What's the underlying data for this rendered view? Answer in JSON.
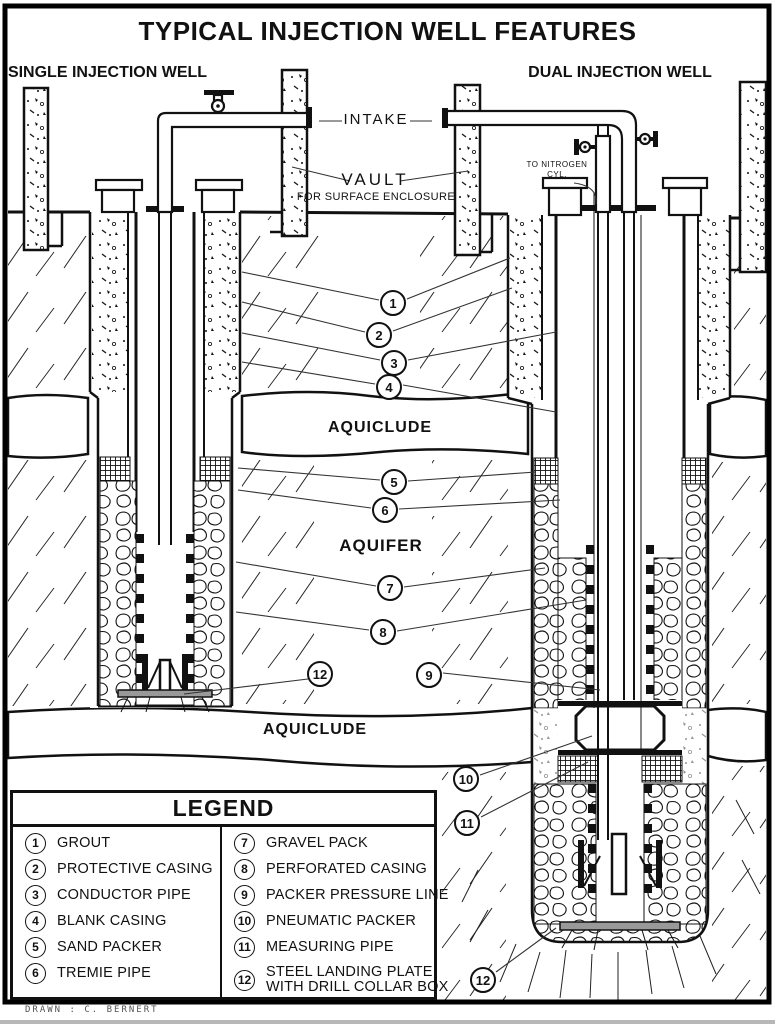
{
  "title": "TYPICAL INJECTION WELL FEATURES",
  "headings": {
    "single_well": "SINGLE INJECTION WELL",
    "dual_well": "DUAL INJECTION WELL"
  },
  "diagram_labels": {
    "intake": "INTAKE",
    "vault": "VAULT",
    "vault_subtitle": "FOR SURFACE ENCLOSURE",
    "nitrogen_line1": "TO NITROGEN",
    "nitrogen_line2": "CYL.",
    "aquiclude_upper": "AQUICLUDE",
    "aquifer": "AQUIFER",
    "aquiclude_lower": "AQUICLUDE"
  },
  "callout_numbers": [
    "1",
    "2",
    "3",
    "4",
    "5",
    "6",
    "7",
    "8",
    "9",
    "10",
    "11",
    "12"
  ],
  "legend": {
    "title": "LEGEND",
    "items": [
      {
        "num": "1",
        "label": "GROUT"
      },
      {
        "num": "2",
        "label": "PROTECTIVE CASING"
      },
      {
        "num": "3",
        "label": "CONDUCTOR PIPE"
      },
      {
        "num": "4",
        "label": "BLANK CASING"
      },
      {
        "num": "5",
        "label": "SAND PACKER"
      },
      {
        "num": "6",
        "label": "TREMIE PIPE"
      },
      {
        "num": "7",
        "label": "GRAVEL PACK"
      },
      {
        "num": "8",
        "label": "PERFORATED CASING"
      },
      {
        "num": "9",
        "label": "PACKER PRESSURE LINE"
      },
      {
        "num": "10",
        "label": "PNEUMATIC PACKER"
      },
      {
        "num": "11",
        "label": "MEASURING PIPE"
      },
      {
        "num": "12",
        "label": "STEEL LANDING PLATE",
        "label2": "WITH DRILL COLLAR BOX"
      }
    ]
  },
  "footer": {
    "credit": "DRAWN : C. BERNERT"
  },
  "colors": {
    "ink": "#111111",
    "paper": "#ffffff",
    "plate_gray": "#999999"
  }
}
